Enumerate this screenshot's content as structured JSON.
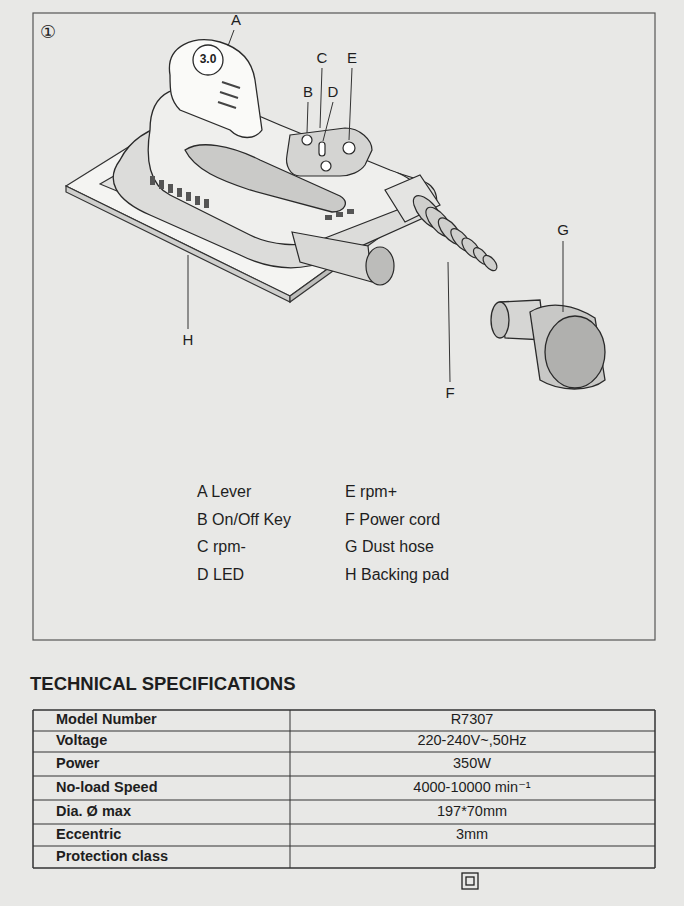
{
  "diagram": {
    "title": "TECHNICAL SPECIFICATIONS",
    "labels": [
      "①",
      "A",
      "3.0",
      "C",
      "E",
      "B",
      "D",
      "G",
      "H",
      "F",
      "A Lever",
      "E rpm+",
      "B On/Off Key",
      "F Power cord",
      "C rpm-",
      "G Dust hose",
      "D LED",
      "H Backing pad",
      "Model Number",
      "R7307",
      "Voltage",
      "220-240V~,50Hz",
      "Power",
      "350W",
      "No-load Speed",
      "4000-10000 min⁻¹",
      "Dia. Ø max",
      "197*70mm",
      "Eccentric",
      "3mm",
      "Protection class"
    ]
  }
}
